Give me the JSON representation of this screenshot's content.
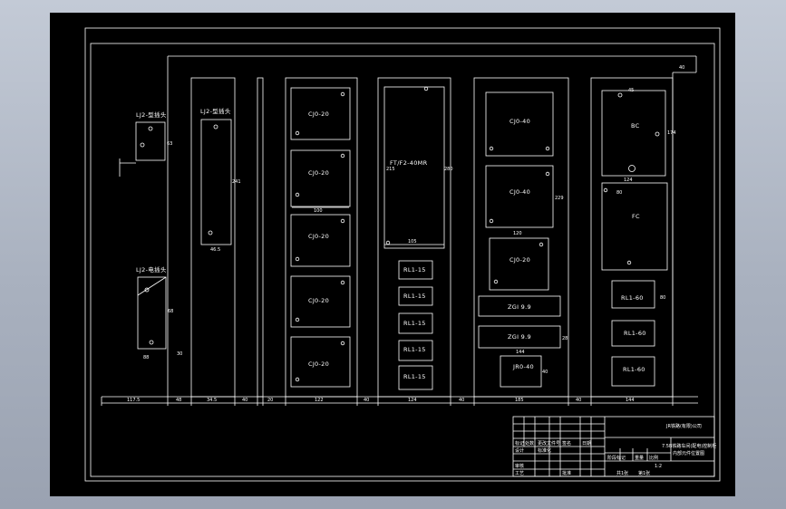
{
  "drawing": {
    "background": "#000000",
    "line_color": "#ffffff",
    "page_background": "#b4bcc9"
  },
  "devices": {
    "left_top_label": "LJ2-型插头",
    "left_bottom_label": "LJ2-电插头",
    "col1_label": "LJ2-型插头",
    "col2_modules": [
      "CJ0-20",
      "CJ0-20",
      "CJ0-20",
      "CJ0-20",
      "CJ0-20"
    ],
    "col3_main": "FT/F2-40MR",
    "col3_relays": [
      "RL1-15",
      "RL1-15",
      "RL1-15",
      "RL1-15",
      "RL1-15"
    ],
    "col4_modules": [
      "CJ0-40",
      "CJ0-40",
      "CJ0-20"
    ],
    "col4_bars": [
      "ZGI 9.9",
      "ZGI 9.9"
    ],
    "col4_bottom": "JR0-40",
    "col5_top": "BC",
    "col5_mid": "FC",
    "col5_relays": [
      "RL1-60",
      "RL1-60",
      "RL1-60"
    ]
  },
  "dimensions": {
    "bottom": [
      "117.5",
      "48",
      "34.5",
      "40",
      "20",
      "122",
      "40",
      "124",
      "40",
      "185",
      "40",
      "144"
    ],
    "col1_width": "46.5",
    "col1_height": "241",
    "col2_width": "100",
    "col3_width": "105",
    "col3_height": "280",
    "col3_side": "215",
    "col4_width1": "120",
    "col4_width2": "144",
    "col4_side": "229",
    "col4_bar_side": "28",
    "col4_small": "40",
    "col5_width": "124",
    "col5_side": "174",
    "col5_small": "80",
    "col5_top_r": "45",
    "col5_mid_r": "80",
    "left_top_h": "63",
    "left_bottom_h": "68",
    "left_bottom_w": "88",
    "misc_top": "40",
    "misc_right": "30"
  },
  "title_block": {
    "company": "JR铁路(有限)公司",
    "drawing_title": "7.5B铁路车间(配电)控制柜",
    "drawing_subtitle": "内部元件位置图",
    "row_labels": [
      "标记",
      "处数",
      "更改文件号",
      "签名",
      "日期"
    ],
    "role_designer": "设计",
    "role_check": "审核",
    "role_approve": "工艺",
    "role_standard": "标准化",
    "approve": "批准",
    "stage_labels": [
      "阶段标记",
      "重量",
      "比例"
    ],
    "scale": "1:2",
    "sheets": "共1张",
    "sheet_no": "第1张"
  }
}
